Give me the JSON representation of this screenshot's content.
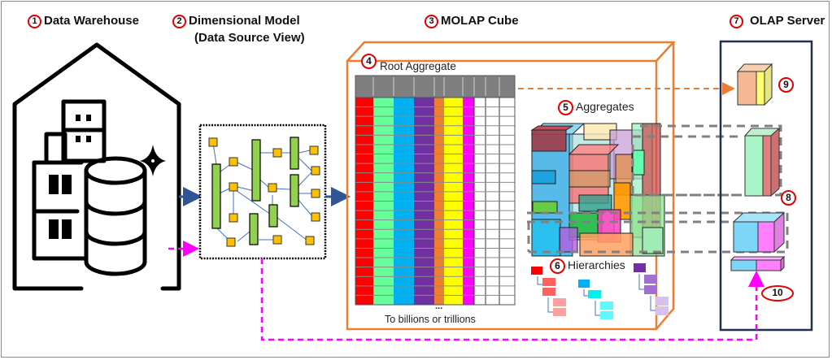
{
  "sections": {
    "data_warehouse": {
      "number": "1",
      "title": "Data Warehouse"
    },
    "dimensional_model": {
      "number": "2",
      "title": "Dimensional Model",
      "subtitle": "(Data Source View)"
    },
    "molap_cube": {
      "number": "3",
      "title": "MOLAP Cube"
    },
    "root_aggregate": {
      "number": "4",
      "title": "Root Aggregate",
      "ellipsis": "...",
      "footer": "To billions or trillions"
    },
    "aggregates": {
      "number": "5",
      "title": "Aggregates"
    },
    "hierarchies": {
      "number": "6",
      "title": "Hierarchies"
    },
    "olap_server": {
      "number": "7",
      "title": "OLAP Server"
    },
    "marker_8": {
      "number": "8"
    },
    "marker_9": {
      "number": "9"
    },
    "marker_10": {
      "number": "10"
    }
  },
  "colors": {
    "accent_red": "#e00000",
    "cube_border": "#ed7d31",
    "server_border": "#1f3050",
    "arrow_blue": "#2f5597",
    "magenta_dash": "#ff00ff",
    "grey_dash": "#808080",
    "header_grey": "#7f7f7f",
    "column_colors": [
      "#ff0000",
      "#66ff99",
      "#00b0f0",
      "#7030a0",
      "#ed7d31",
      "#ffff00",
      "#ff00ff",
      "#ffffff",
      "#ffffff",
      "#ffffff"
    ],
    "fact_table": "#92d050",
    "dimension": "#ffc000"
  }
}
